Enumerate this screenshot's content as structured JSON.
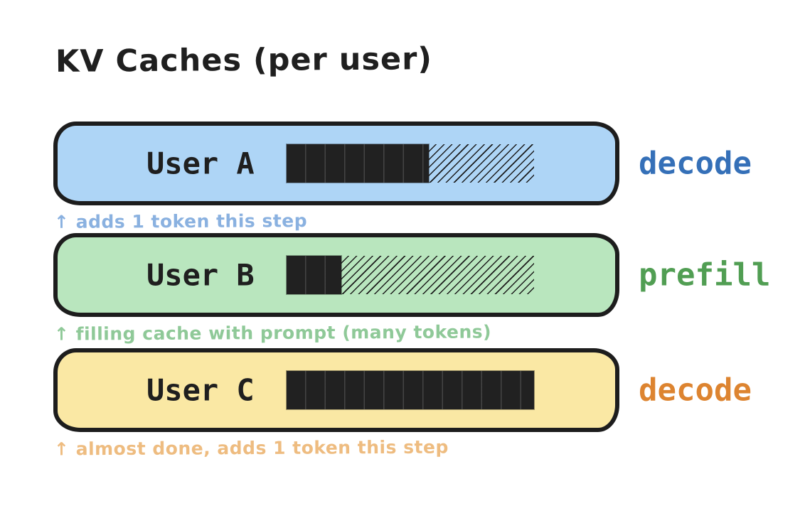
{
  "title": "KV Caches (per user)",
  "colors": {
    "background": "#ffffff",
    "title-text": "#1f1f1f",
    "border": "#1d1d1d",
    "bar-fill": "#212121",
    "hatch": "#1b1b1b"
  },
  "rows": [
    {
      "label": "User A",
      "status": "decode",
      "status_color": "#3570b8",
      "box_color": "#aed5f6",
      "fill_percent": 57.5,
      "annotation": "↑ adds 1 token this step",
      "annotation_color": "#8ab1e0"
    },
    {
      "label": "User B",
      "status": "prefill",
      "status_color": "#519e53",
      "box_color": "#b9e6be",
      "fill_percent": 22,
      "annotation": "↑ filling cache with prompt (many tokens)",
      "annotation_color": "#8fc998"
    },
    {
      "label": "User C",
      "status": "decode",
      "status_color": "#dd8430",
      "box_color": "#fae8a4",
      "fill_percent": 100,
      "annotation": "↑ almost done, adds 1 token this step",
      "annotation_color": "#eebc80"
    }
  ]
}
